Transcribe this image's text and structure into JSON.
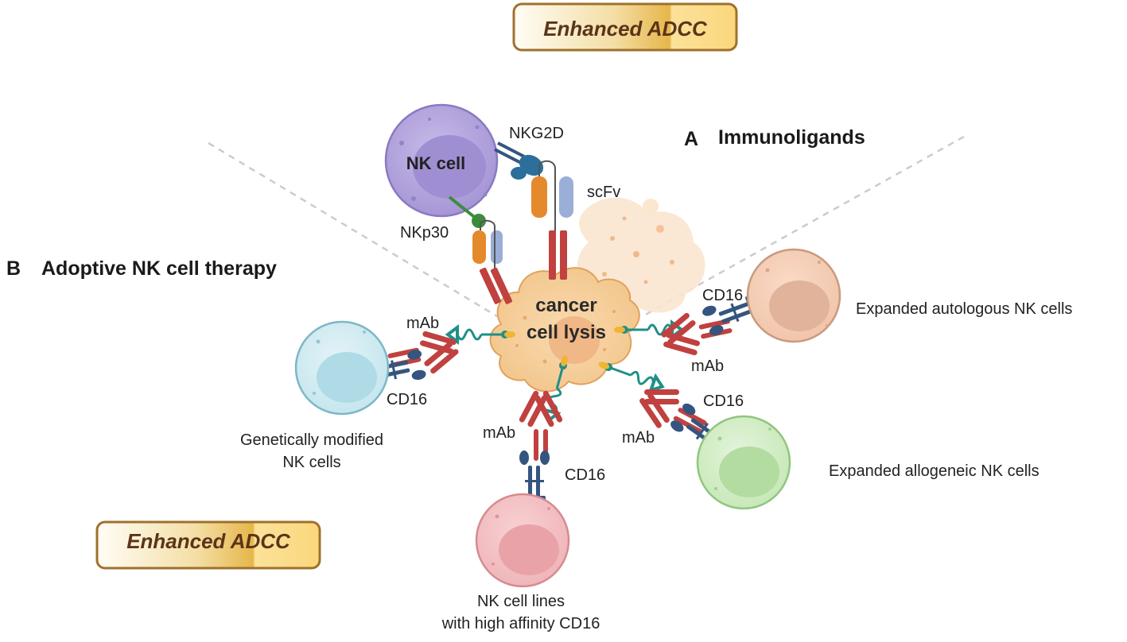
{
  "badges": {
    "top": "Enhanced ADCC",
    "bottom": "Enhanced ADCC"
  },
  "sections": {
    "a": {
      "letter": "A",
      "title": "Immunoligands"
    },
    "b": {
      "letter": "B",
      "title": "Adoptive NK cell therapy"
    }
  },
  "top_cluster": {
    "nk_cell": "NK cell",
    "nkg2d": "NKG2D",
    "scfv": "scFv",
    "nkp30": "NKp30"
  },
  "cancer": {
    "line1": "cancer",
    "line2": "cell lysis"
  },
  "labels": {
    "left_mab": "mAb",
    "left_cd16": "CD16",
    "left_cell": [
      "Genetically modified",
      "NK cells"
    ],
    "bottom_mab": "mAb",
    "bottom_cd16": "CD16",
    "bottom_cell": [
      "NK cell lines",
      "with high affinity CD16"
    ],
    "right_cd16": "CD16",
    "right_mab": "mAb",
    "right_cell": "Expanded autologous NK cells",
    "lower_right_cd16": "CD16",
    "lower_right_mab": "mAb",
    "lower_right_cell": "Expanded allogeneic NK cells"
  },
  "colors": {
    "nk_purple": "#b7a8de",
    "cancer_orange": "#f6cf9c",
    "antibody_red": "#c0413f",
    "receptor_blue": "#34557f",
    "linker_teal": "#1f8f88",
    "badge_gold": "#f5cf6a"
  }
}
